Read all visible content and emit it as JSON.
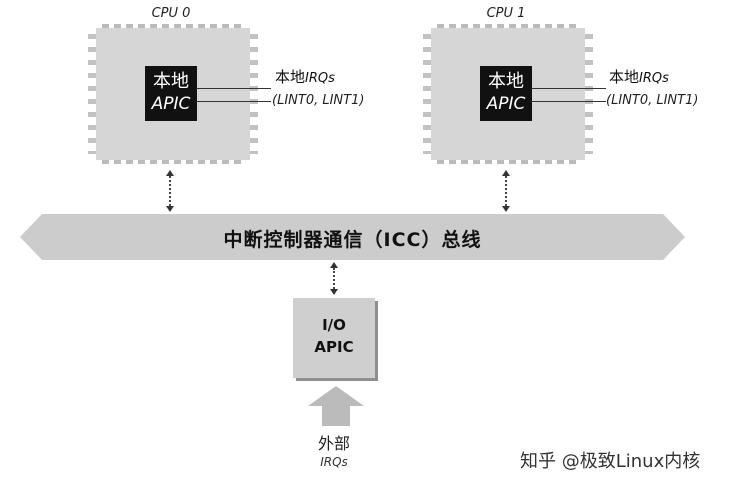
{
  "cpu0": {
    "title": "CPU 0",
    "apic_line1": "本地",
    "apic_line2": "APIC",
    "irq_label": "本地",
    "irq_suffix": "IRQs",
    "lint_label": "(LINT0, LINT1)"
  },
  "cpu1": {
    "title": "CPU 1",
    "apic_line1": "本地",
    "apic_line2": "APIC",
    "irq_label": "本地",
    "irq_suffix": "IRQs",
    "lint_label": "(LINT0, LINT1)"
  },
  "bus": {
    "label": "中断控制器通信（ICC）总线"
  },
  "ioapic": {
    "line1": "I/O",
    "line2": "APIC"
  },
  "external": {
    "label": "外部",
    "sub": "IRQs"
  },
  "watermark": "知乎 @极致Linux内核"
}
